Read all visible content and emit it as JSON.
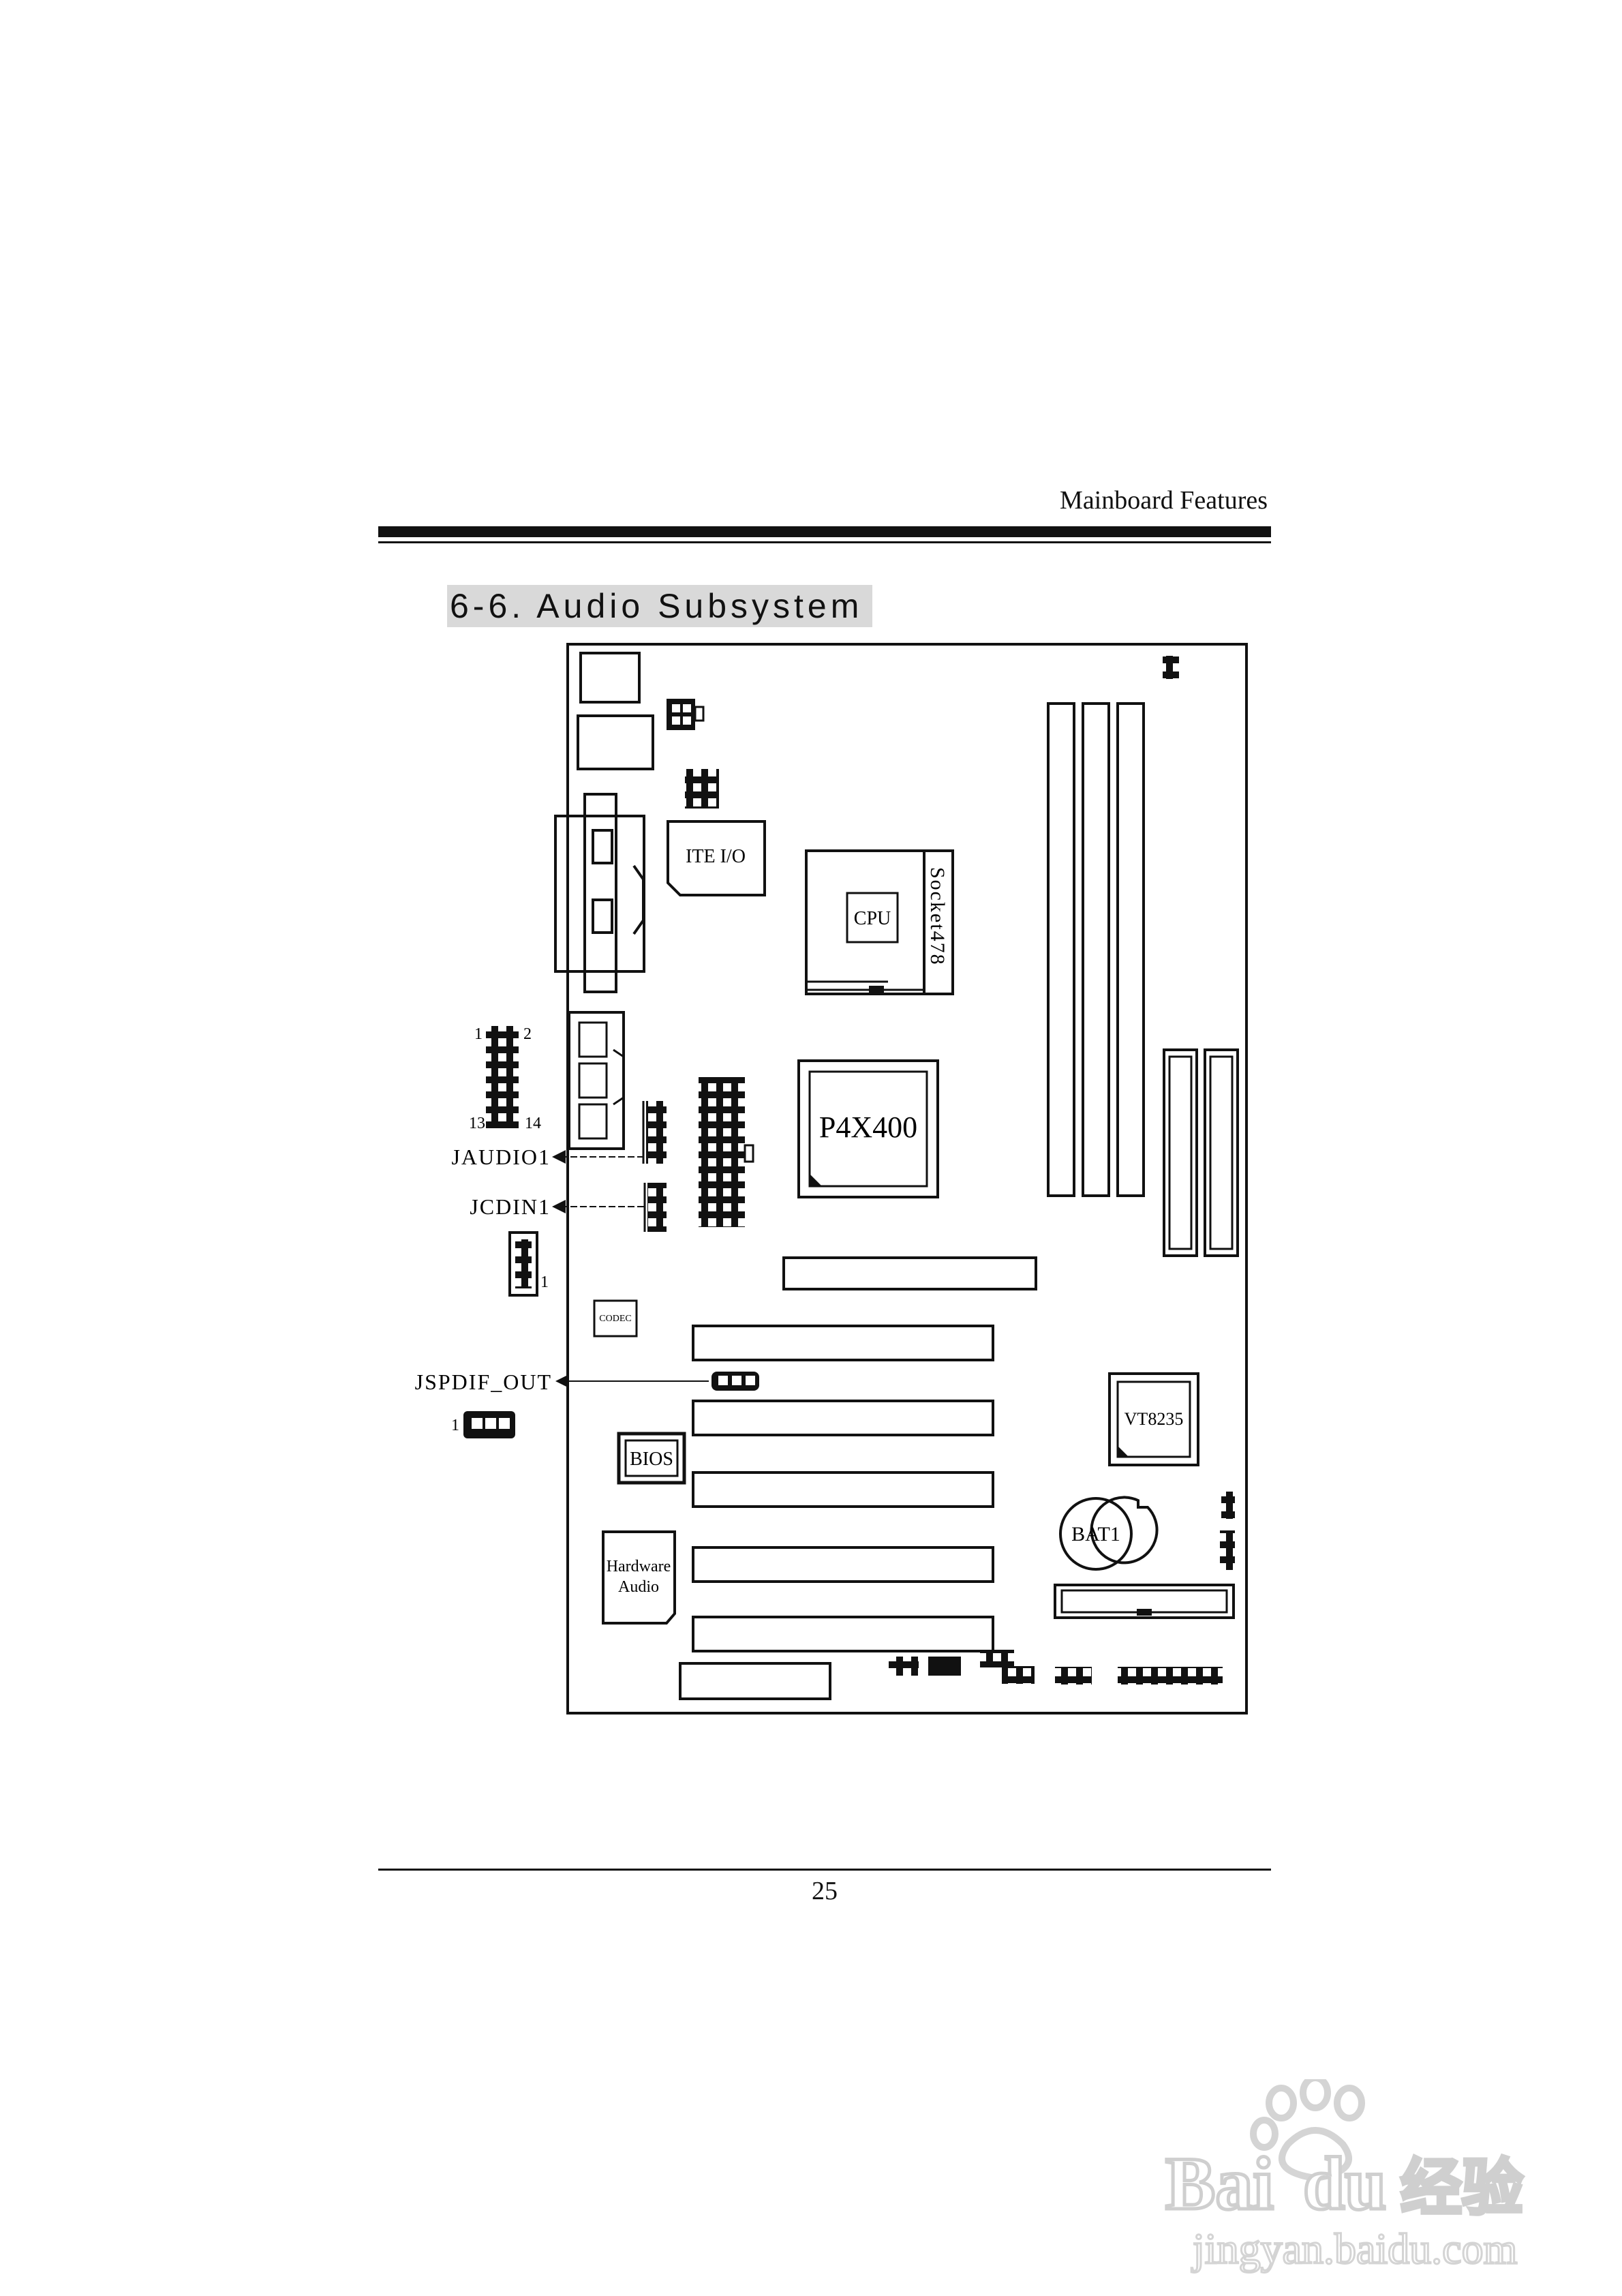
{
  "header": {
    "section_label": "Mainboard Features"
  },
  "section": {
    "title": "6-6. Audio Subsystem"
  },
  "diagram": {
    "board_labels": {
      "ite_io": "ITE I/O",
      "cpu": "CPU",
      "socket": "Socket478",
      "northbridge": "P4X400",
      "southbridge": "VT8235",
      "bios": "BIOS",
      "battery": "BAT1",
      "codec": "CODEC",
      "hardware_audio_line1": "Hardware",
      "hardware_audio_line2": "Audio"
    },
    "callouts": {
      "jaudio": "JAUDIO1",
      "jcdin": "JCDIN1",
      "jspdif": "JSPDIF_OUT"
    },
    "pin_labels": {
      "jaudio_pin1": "1",
      "jaudio_pin2": "2",
      "jaudio_pin13": "13",
      "jaudio_pin14": "14",
      "jcdin_pin1": "1",
      "jspdif_pin1": "1"
    }
  },
  "footer": {
    "page_number": "25"
  },
  "watermark": {
    "brand": "Bai du 经验",
    "url": "jingyan.baidu.com"
  }
}
